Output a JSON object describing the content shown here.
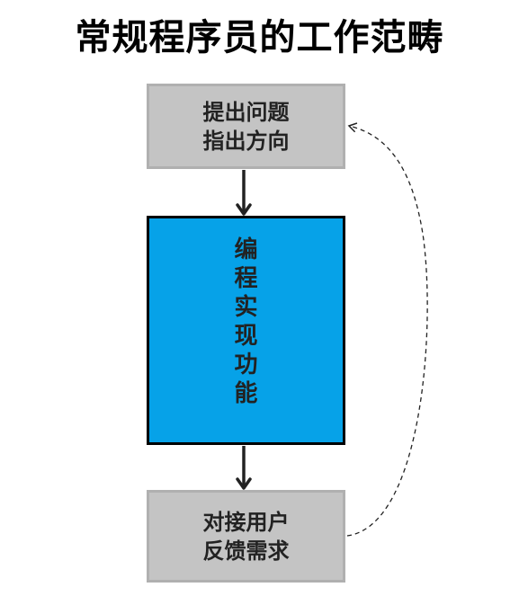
{
  "title": "常规程序员的工作范畴",
  "nodes": {
    "top": {
      "lines": [
        "提出问题",
        "指出方向"
      ],
      "fill": "#c4c4c4"
    },
    "main": {
      "chars": [
        "编",
        "程",
        "实",
        "现",
        "功",
        "能"
      ],
      "fill": "#06a2e8"
    },
    "bottom": {
      "lines": [
        "对接用户",
        "反馈需求"
      ],
      "fill": "#c4c4c4"
    }
  },
  "edges": [
    {
      "from": "top",
      "to": "main",
      "style": "solid"
    },
    {
      "from": "main",
      "to": "bottom",
      "style": "solid"
    },
    {
      "from": "bottom",
      "to": "top",
      "style": "dashed"
    }
  ]
}
